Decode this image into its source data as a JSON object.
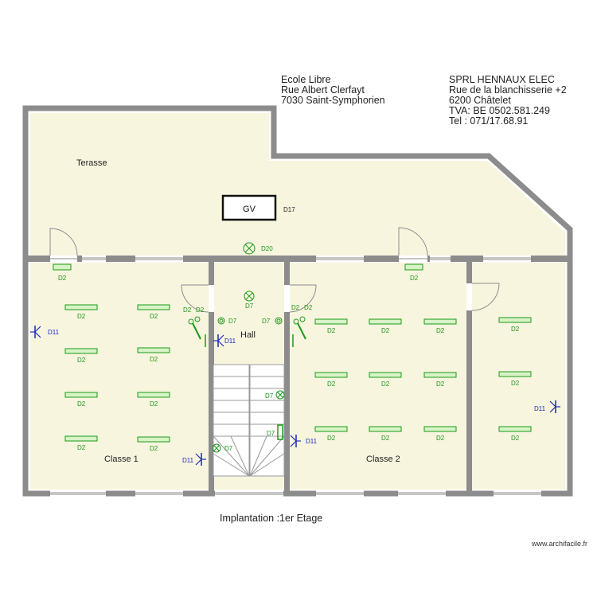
{
  "header": {
    "school_lines": [
      "Ecole Libre",
      "Rue Albert Clerfayt",
      "7030 Saint-Symphorien"
    ],
    "company_lines": [
      "SPRL HENNAUX ELEC",
      "Rue de la blanchisserie +2",
      "6200 Châtelet",
      "TVA: BE 0502.581.249",
      "Tel : 071/17.68.91"
    ]
  },
  "rooms": {
    "terrace": "Terasse",
    "classroom1": "Classe 1",
    "hall": "Hall",
    "classroom2": "Classe 2"
  },
  "panel": {
    "label": "GV",
    "ref": "D17"
  },
  "fixture_labels": {
    "d2": "D2",
    "d7": "D7",
    "d11": "D11",
    "d20": "D20"
  },
  "caption": "Implantation :1er Etage",
  "watermark": "www.archifacile.fr",
  "colors": {
    "floor": "#f8f5df",
    "wall": "#888888",
    "green": "#1a9a1a",
    "blue": "#1a2ab8",
    "light_fill": "#d8f3c6"
  }
}
